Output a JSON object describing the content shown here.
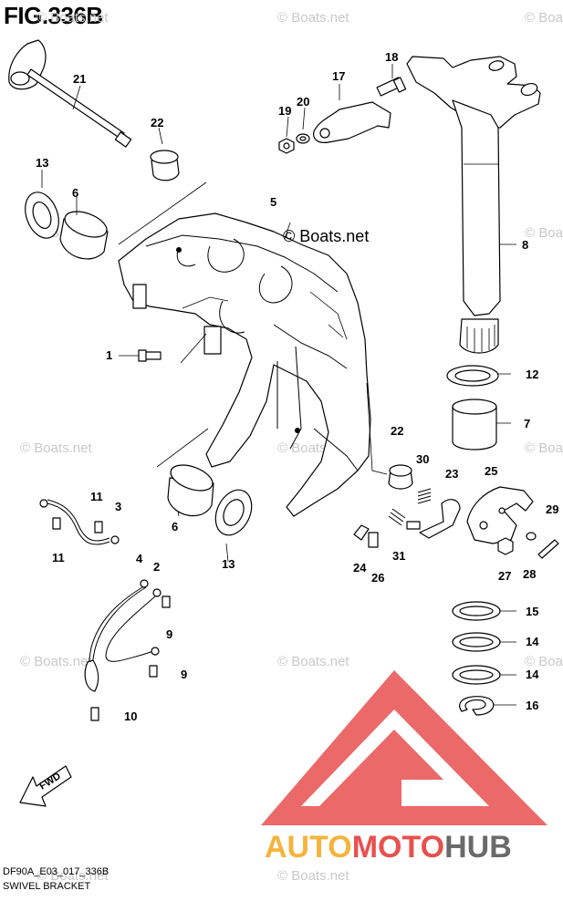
{
  "figure_title": "FIG.336B",
  "diagram_code": "DF90A_E03_017_336B",
  "diagram_name": "SWIVEL BRACKET",
  "copyright_label": "© Boats.net",
  "watermark_text": "© Boats.net",
  "brand_logo": {
    "part1": "AUTO",
    "part2": "MOTO",
    "part3": "HUB",
    "colors": {
      "triangle": "#e8504f",
      "auto": "#f4b43c",
      "moto": "#e8504f",
      "hub": "#6a6a6a"
    }
  },
  "fwd_label": "FWD",
  "callouts": [
    "1",
    "2",
    "3",
    "4",
    "5",
    "6",
    "6",
    "7",
    "8",
    "9",
    "9",
    "10",
    "11",
    "11",
    "12",
    "13",
    "13",
    "14",
    "14",
    "15",
    "16",
    "17",
    "18",
    "19",
    "20",
    "21",
    "22",
    "22",
    "23",
    "24",
    "25",
    "26",
    "27",
    "28",
    "29",
    "30",
    "31"
  ]
}
